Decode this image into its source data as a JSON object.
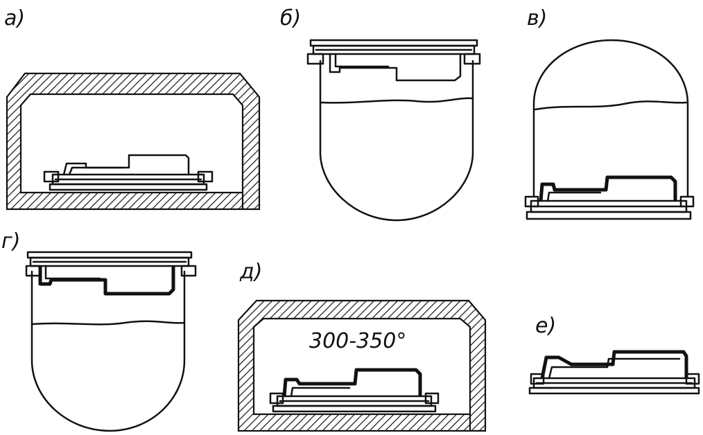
{
  "panels": [
    {
      "label": "а)"
    },
    {
      "label": "б)"
    },
    {
      "label": "в)"
    },
    {
      "label": "г)"
    },
    {
      "label": "д)"
    },
    {
      "label": "е)"
    }
  ],
  "annotations": {
    "temperature": "300-350°"
  }
}
